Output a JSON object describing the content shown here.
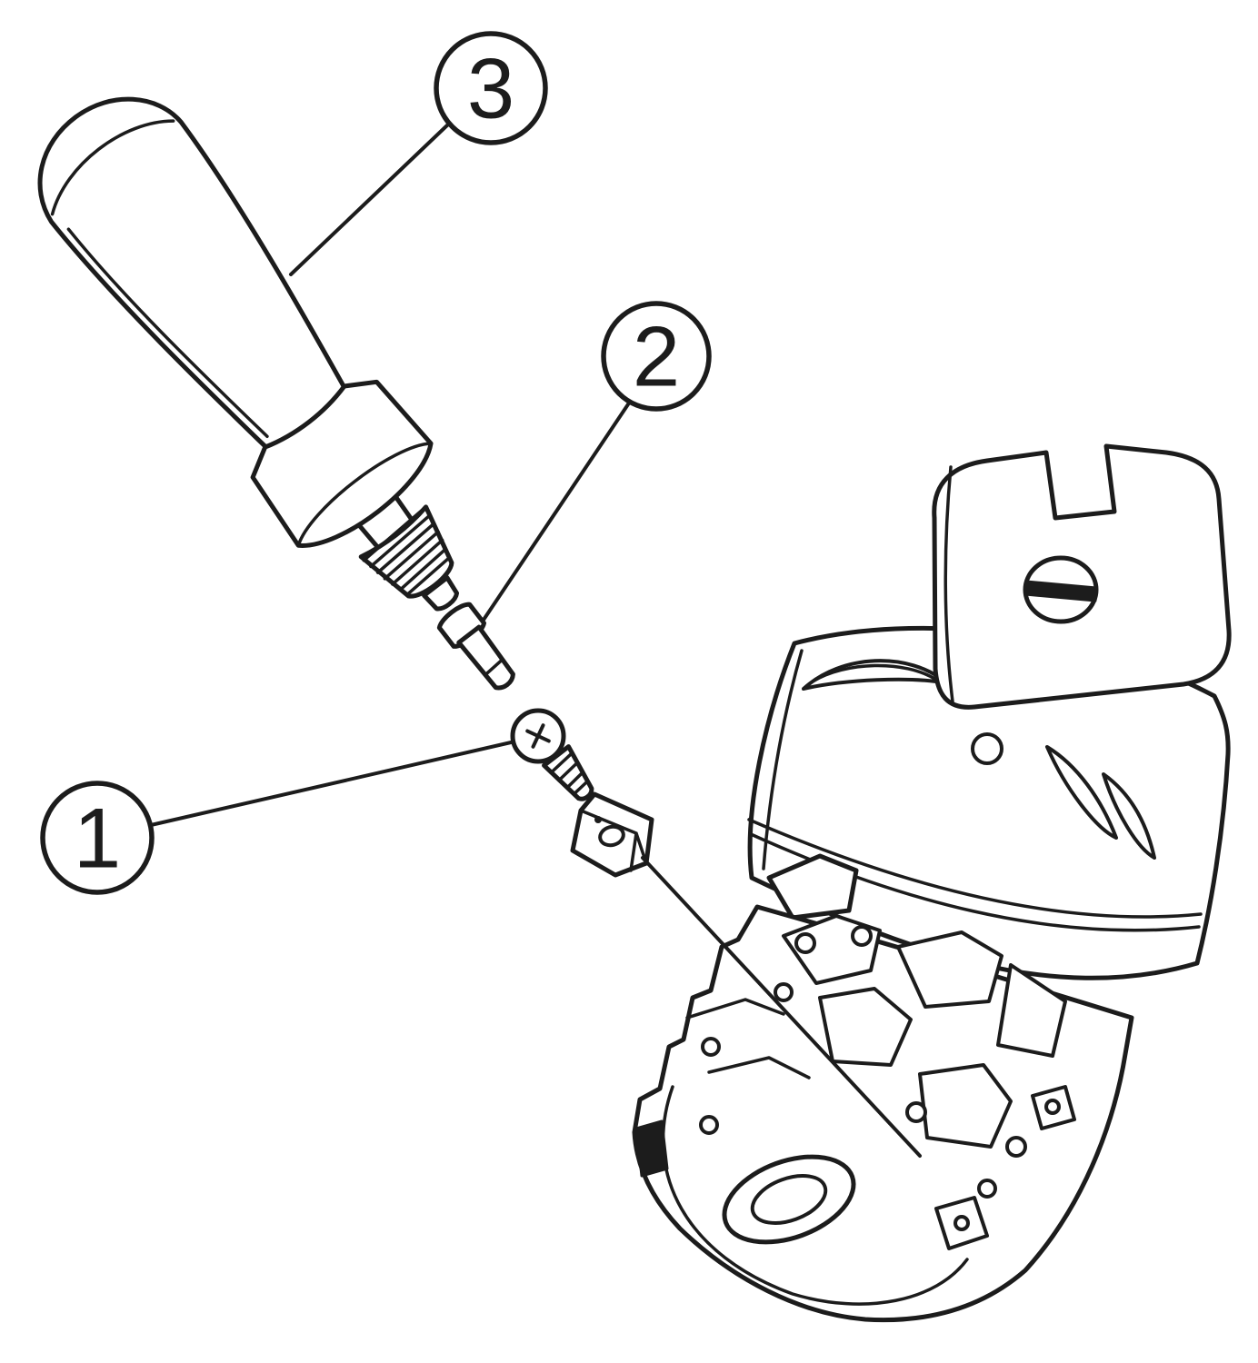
{
  "diagram": {
    "figure_type": "exploded-assembly-view",
    "background_color": "#ffffff",
    "line_color": "#1c1c1c",
    "callouts": [
      {
        "label": "1"
      },
      {
        "label": "2"
      },
      {
        "label": "3"
      }
    ],
    "parts": {
      "handle": "assembly-handle",
      "pin": "drive-pin",
      "screw": "insert-screw",
      "insert": "cutting-insert",
      "body": "milling-cutter-body"
    }
  }
}
